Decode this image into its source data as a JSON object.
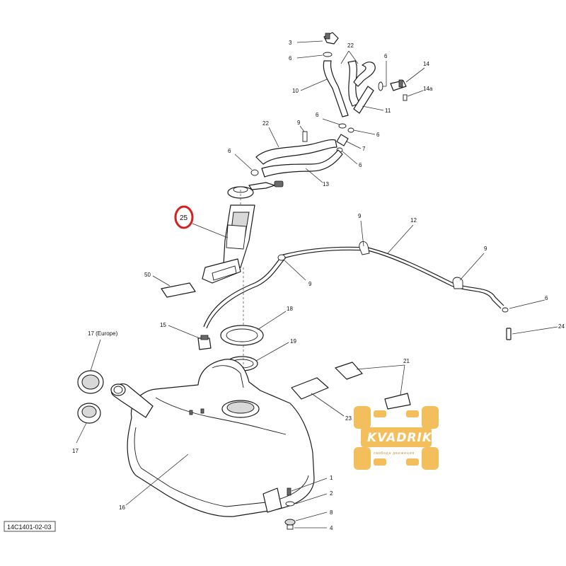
{
  "diagram": {
    "reference_code": "14C1401-02-03",
    "callouts": {
      "c1": "1",
      "c2": "2",
      "c3": "3",
      "c4": "4",
      "c6a": "6",
      "c6b": "6",
      "c6c": "6",
      "c6d": "6",
      "c6e": "6",
      "c6f": "6",
      "c7": "7",
      "c8": "8",
      "c9a": "9",
      "c9b": "9",
      "c9c": "9",
      "c9d": "9",
      "c10": "10",
      "c11": "11",
      "c12": "12",
      "c13": "13",
      "c14": "14",
      "c14a": "14a",
      "c15": "15",
      "c16": "16",
      "c17a": "17 (Europe)",
      "c17b": "17",
      "c18": "18",
      "c19": "19",
      "c21": "21",
      "c22a": "22",
      "c22b": "22",
      "c23": "23",
      "c24": "24",
      "c25": "25",
      "c50": "50"
    },
    "highlight": {
      "callout": "25",
      "color": "#d42020"
    }
  },
  "watermark": {
    "brand": "KVADRIK",
    "tagline": "свобода движения",
    "color": "#f2b84b"
  }
}
